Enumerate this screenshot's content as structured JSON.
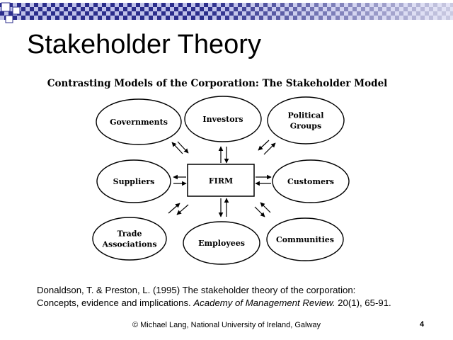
{
  "slide": {
    "title": "Stakeholder Theory",
    "page_number": "4",
    "footer": "© Michael Lang, National University of Ireland, Galway"
  },
  "diagram": {
    "title": "Contrasting Models of the Corporation: The Stakeholder Model",
    "center": "FIRM",
    "stakeholders": [
      {
        "id": "governments",
        "lines": [
          "Governments"
        ]
      },
      {
        "id": "investors",
        "lines": [
          "Investors"
        ]
      },
      {
        "id": "political-groups",
        "lines": [
          "Political",
          "Groups"
        ]
      },
      {
        "id": "suppliers",
        "lines": [
          "Suppliers"
        ]
      },
      {
        "id": "customers",
        "lines": [
          "Customers"
        ]
      },
      {
        "id": "trade-associations",
        "lines": [
          "Trade",
          "Associations"
        ]
      },
      {
        "id": "employees",
        "lines": [
          "Employees"
        ]
      },
      {
        "id": "communities",
        "lines": [
          "Communities"
        ]
      }
    ]
  },
  "citation": {
    "line1": "Donaldson, T. & Preston, L. (1995) The stakeholder theory of the corporation:",
    "line2_plain": "Concepts, evidence and implications. ",
    "line2_journal": "Academy of Management Review.",
    "line2_end": " 20(1), 65-91."
  },
  "colors": {
    "checker_dark": "#2b2d8c",
    "checker_light": "#b7b9e6"
  }
}
